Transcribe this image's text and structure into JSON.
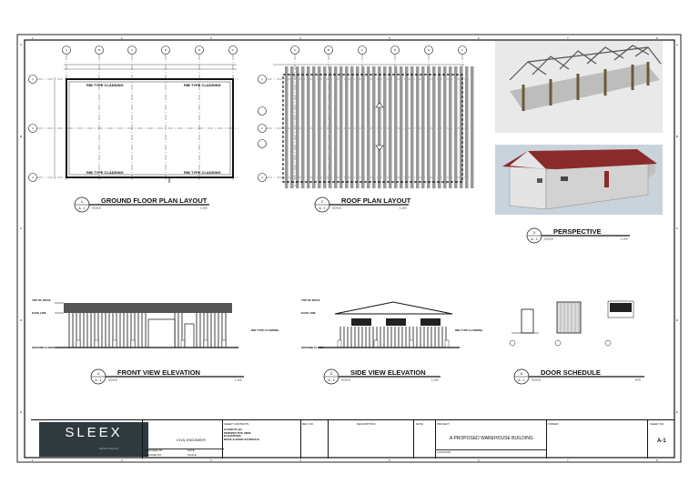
{
  "views": {
    "ground_floor": {
      "num": "1",
      "ref": "A - 1",
      "title": "GROUND FLOOR PLAN LAYOUT",
      "scale": "1:100"
    },
    "roof_plan": {
      "num": "2",
      "ref": "A - 1",
      "title": "ROOF PLAN LAYOUT",
      "scale": "1:100"
    },
    "perspective": {
      "num": "3",
      "ref": "A - 1",
      "title": "PERSPECTIVE",
      "scale": "1:100"
    },
    "front_elev": {
      "num": "4",
      "ref": "A - 1",
      "title": "FRONT VIEW ELEVATION",
      "scale": "1:100"
    },
    "side_elev": {
      "num": "5",
      "ref": "A - 1",
      "title": "SIDE VIEW ELEVATION",
      "scale": "1:100"
    },
    "door_sched": {
      "num": "6",
      "ref": "A - 1",
      "title": "DOOR SCHEDULE",
      "scale": "NTS"
    }
  },
  "grid_letters": [
    "A",
    "B",
    "C",
    "D",
    "E",
    "F"
  ],
  "grid_numbers": [
    "1",
    "2",
    "3"
  ],
  "border_numbers": [
    "1",
    "2",
    "3",
    "4",
    "5",
    "6",
    "7",
    "8"
  ],
  "border_letters": [
    "A",
    "B",
    "C",
    "D",
    "E"
  ],
  "plan_notes": {
    "wall_note": "RIB TYPE CLADDING"
  },
  "title_block": {
    "logo": "SLEEX",
    "logo_tag": "DESIGN BUILD",
    "engineer": "CIVIL ENGINEER",
    "prepared_label": "PREPARED BY",
    "date_label": "DATE",
    "checked_label": "CHECKED BY",
    "scale_label": "SCALE",
    "sheet_contents_label": "SHEET CONTENTS",
    "sheet_contents": [
      "FLOOR PLAN",
      "PERSPECTIVE VIEW",
      "ELEVATIONS",
      "ROOF & DOOR SCHEDULE"
    ],
    "rev_label": "REV. NO.",
    "desc_label": "DESCRIPTION",
    "date_col_label": "DATE",
    "project_label": "PROJECT",
    "project": "A PROPOSED WAREHOUSE BUILDING",
    "location_label": "LOCATION",
    "owner_label": "OWNER",
    "sheet_no_label": "SHEET NO.",
    "sheet_no": "A-1"
  },
  "colors": {
    "roof_red": "#8b2a2a",
    "sky": "#e8e8e8",
    "steel": "#9a9a9a",
    "logo_bg": "#2f3a3f"
  }
}
